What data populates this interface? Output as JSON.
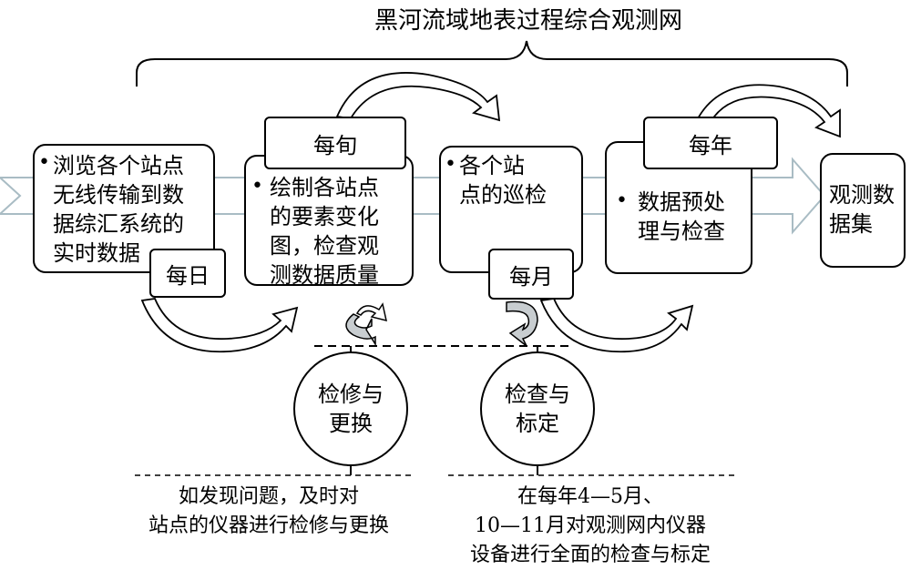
{
  "title": "黑河流域地表过程综合观测网",
  "stages": {
    "daily": {
      "tag": "每日",
      "lines": [
        "浏览各个站点",
        "无线传输到数",
        "据综汇系统的",
        "实时数据"
      ]
    },
    "dekad": {
      "tag": "每旬",
      "lines": [
        "绘制各站点",
        "的要素变化",
        "图，检查观",
        "测数据质量"
      ]
    },
    "monthly": {
      "tag": "每月",
      "lines": [
        "各个站",
        "点的巡检"
      ]
    },
    "yearly": {
      "tag": "每年",
      "lines": [
        "数据预处",
        "理与检查"
      ]
    },
    "output": {
      "lines": [
        "观测数",
        "据集"
      ]
    }
  },
  "repair": {
    "lines": [
      "检修与",
      "更换"
    ],
    "note": [
      "如发现问题，及时对",
      "站点的仪器进行检修与更换"
    ]
  },
  "calibration": {
    "lines": [
      "检查与",
      "标定"
    ],
    "note": [
      "在每年4—5月、",
      "10—11月对观测网内仪器",
      "设备进行全面的检查与标定"
    ]
  },
  "colors": {
    "stroke": "#000000",
    "main_arrow_fill": "#ffffff",
    "main_arrow_stroke": "#a9bcc4",
    "curved_arrow_fill": "#ffffff",
    "curved_arrow_gray": "#c8cdd0"
  }
}
